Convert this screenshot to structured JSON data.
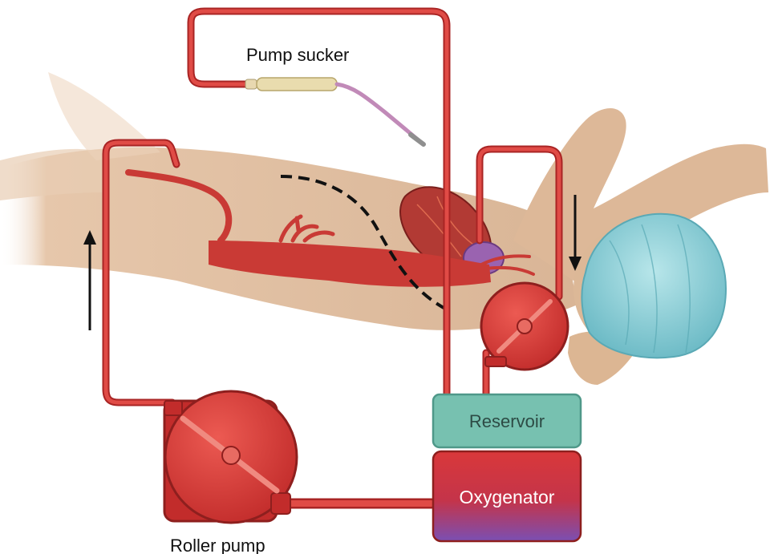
{
  "labels": {
    "pump_sucker": "Pump sucker",
    "roller_pump": "Roller pump",
    "reservoir": "Reservoir",
    "oxygenator": "Oxygenator"
  },
  "colors": {
    "tube": "#d9423f",
    "tube_dark": "#a92424",
    "pump": "#d83a37",
    "reservoir": "#77c1b0",
    "oxygenator_top": "#d9383a",
    "oxygenator_bottom": "#7a4fb3",
    "skin": "#e2c1a4",
    "cap": "#8fd0d8"
  }
}
